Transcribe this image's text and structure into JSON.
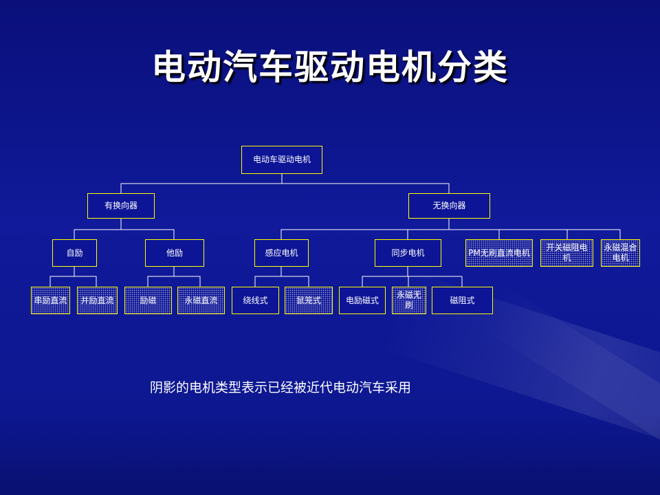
{
  "title": "电动汽车驱动电机分类",
  "caption": "阴影的电机类型表示已经被近代电动汽车采用",
  "tree": {
    "root": "电动车驱动电机",
    "commutator": "有换向器",
    "brushless": "无换向器",
    "self_excited": "自励",
    "separately_excited": "他励",
    "induction": "感应电机",
    "synchronous": "同步电机",
    "pm_bldc": "PM无刷直流电机",
    "switched_reluctance": "开关磁阻电机",
    "pm_hybrid": "永磁混合电机",
    "series_dc": "串励直流",
    "shunt_dc": "并励直流",
    "field_excited": "励磁",
    "pm_dc": "永磁直流",
    "wound_rotor": "绕线式",
    "squirrel_cage": "鼠笼式",
    "electro_excited": "电励磁式",
    "pm_brushless": "永磁无刷",
    "reluctance": "磁阻式"
  }
}
